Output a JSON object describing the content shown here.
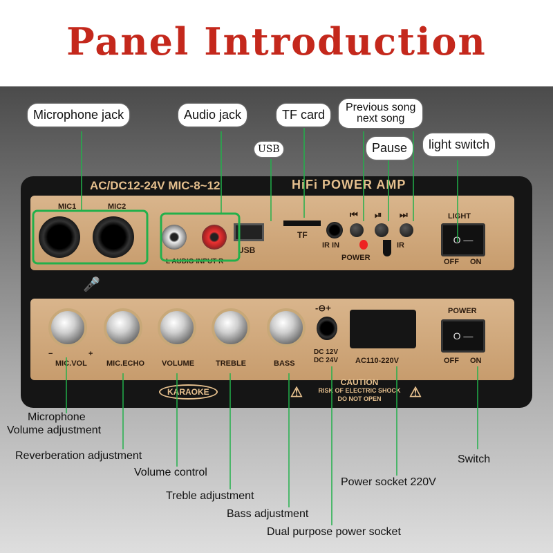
{
  "title": "Panel Introduction",
  "callouts_top": {
    "mic_jack": "Microphone jack",
    "audio_jack": "Audio jack",
    "usb": "USB",
    "tf_card": "TF card",
    "prev_next_line1": "Previous song",
    "prev_next_line2": "next song",
    "pause": "Pause",
    "light_switch": "light switch"
  },
  "callouts_bottom": {
    "mic_vol_line1": "Microphone",
    "mic_vol_line2": "Volume adjustment",
    "reverb": "Reverberation adjustment",
    "volume": "Volume control",
    "treble": "Treble adjustment",
    "bass": "Bass adjustment",
    "dc": "Dual purpose power socket",
    "power220": "Power socket 220V",
    "switch": "Switch"
  },
  "panel": {
    "spec": "AC/DC12-24V MIC-8~12",
    "brand": "HiFi POWER AMP",
    "mic1": "MIC1",
    "mic2": "MIC2",
    "audio_input": "L AUDIO INPUT R",
    "usb": "USB",
    "tf": "TF",
    "ir_in": "IR IN",
    "ir": "IR",
    "power_led": "POWER",
    "prev": "⏮",
    "play": "⏯",
    "next": "⏭",
    "light": "LIGHT",
    "off": "OFF",
    "on": "ON",
    "knobs": [
      "MIC.VOL",
      "MIC.ECHO",
      "VOLUME",
      "TREBLE",
      "BASS"
    ],
    "minus": "−",
    "plus": "+",
    "dc_polarity": "-⊖+",
    "dc1": "DC 12V",
    "dc2": "DC 24V",
    "ac": "AC110-220V",
    "power": "POWER",
    "karaoke": "KARAOKE",
    "caution": "CAUTION",
    "caution2": "RISK OF ELECTRIC SHOCK",
    "caution3": "DO NOT OPEN"
  },
  "colors": {
    "title": "#c4281c",
    "leader": "#22b04b",
    "plate": "#d2aa7c"
  }
}
